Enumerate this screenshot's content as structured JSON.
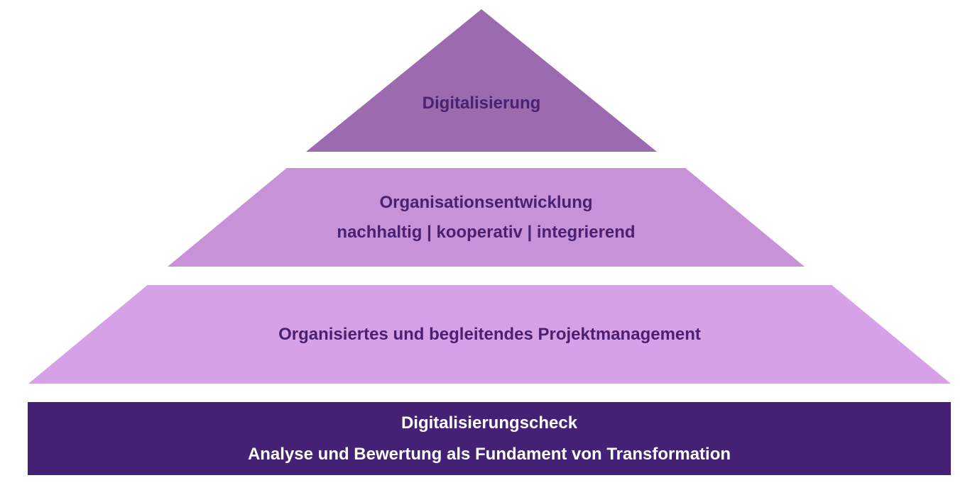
{
  "colors": {
    "top_fill": "#9c6aaf",
    "mid_fill": "#c892d9",
    "low_fill": "#d7a1e8",
    "base_fill": "#452175",
    "dark_text": "#4a2072",
    "light_text": "#ffffff"
  },
  "pyramid": {
    "top": {
      "lines": [
        "Digitalisierung"
      ]
    },
    "middle": {
      "lines": [
        "Organisationsentwicklung",
        "nachhaltig | kooperativ | integrierend"
      ]
    },
    "lower": {
      "lines": [
        "Organisiertes und begleitendes Projektmanagement"
      ]
    },
    "base": {
      "lines": [
        "Digitalisierungscheck",
        "Analyse und Bewertung als Fundament von Transformation"
      ]
    }
  }
}
